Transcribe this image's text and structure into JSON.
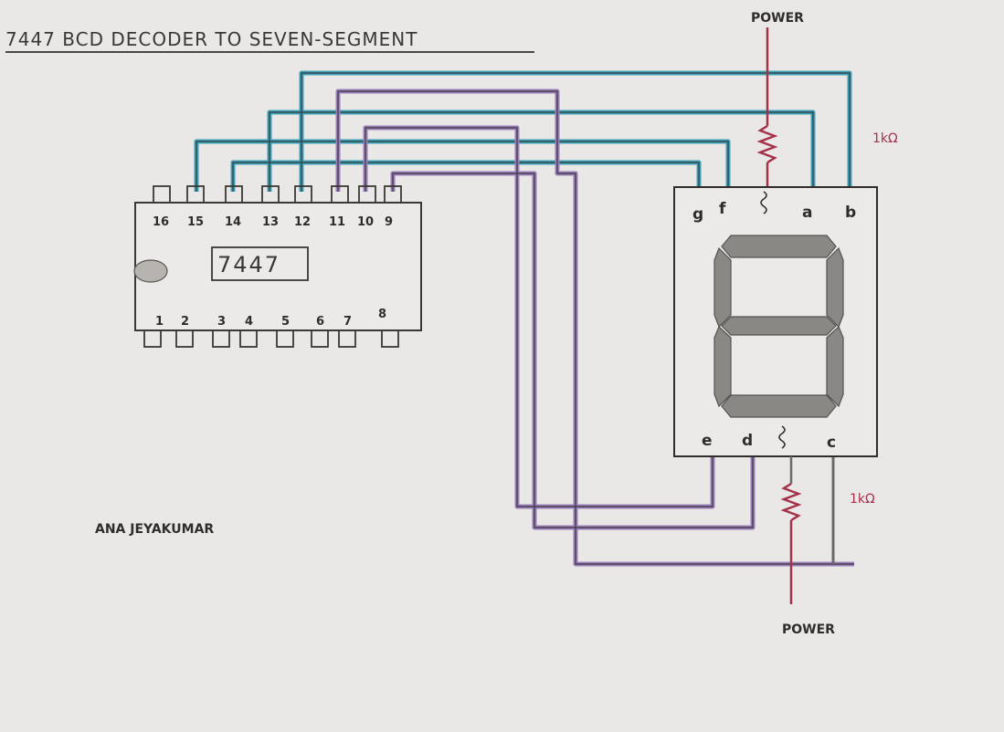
{
  "title": "7447 BCD DECODER TO SEVEN-SEGMENT",
  "author": "ANA JEYAKUMAR",
  "chip": {
    "label": "7447",
    "top_pins": [
      "16",
      "15",
      "14",
      "13",
      "12",
      "11",
      "10",
      "9"
    ],
    "bottom_pins": [
      "1",
      "2",
      "3",
      "4",
      "5",
      "6",
      "7",
      "8"
    ]
  },
  "display": {
    "top_pins": [
      "g",
      "f",
      "",
      "a",
      "b"
    ],
    "bottom_pins": [
      "e",
      "d",
      "",
      "c"
    ]
  },
  "power_top": "POWER",
  "power_bottom": "POWER",
  "resistor_top": "1kΩ",
  "resistor_bottom": "1kΩ",
  "colors": {
    "paper": "#e9e8e6",
    "ink": "#2f2d2b",
    "blue_wire": "#3f9fb5",
    "purple_wire": "#9b7fb8",
    "red_ink": "#a4324a"
  }
}
